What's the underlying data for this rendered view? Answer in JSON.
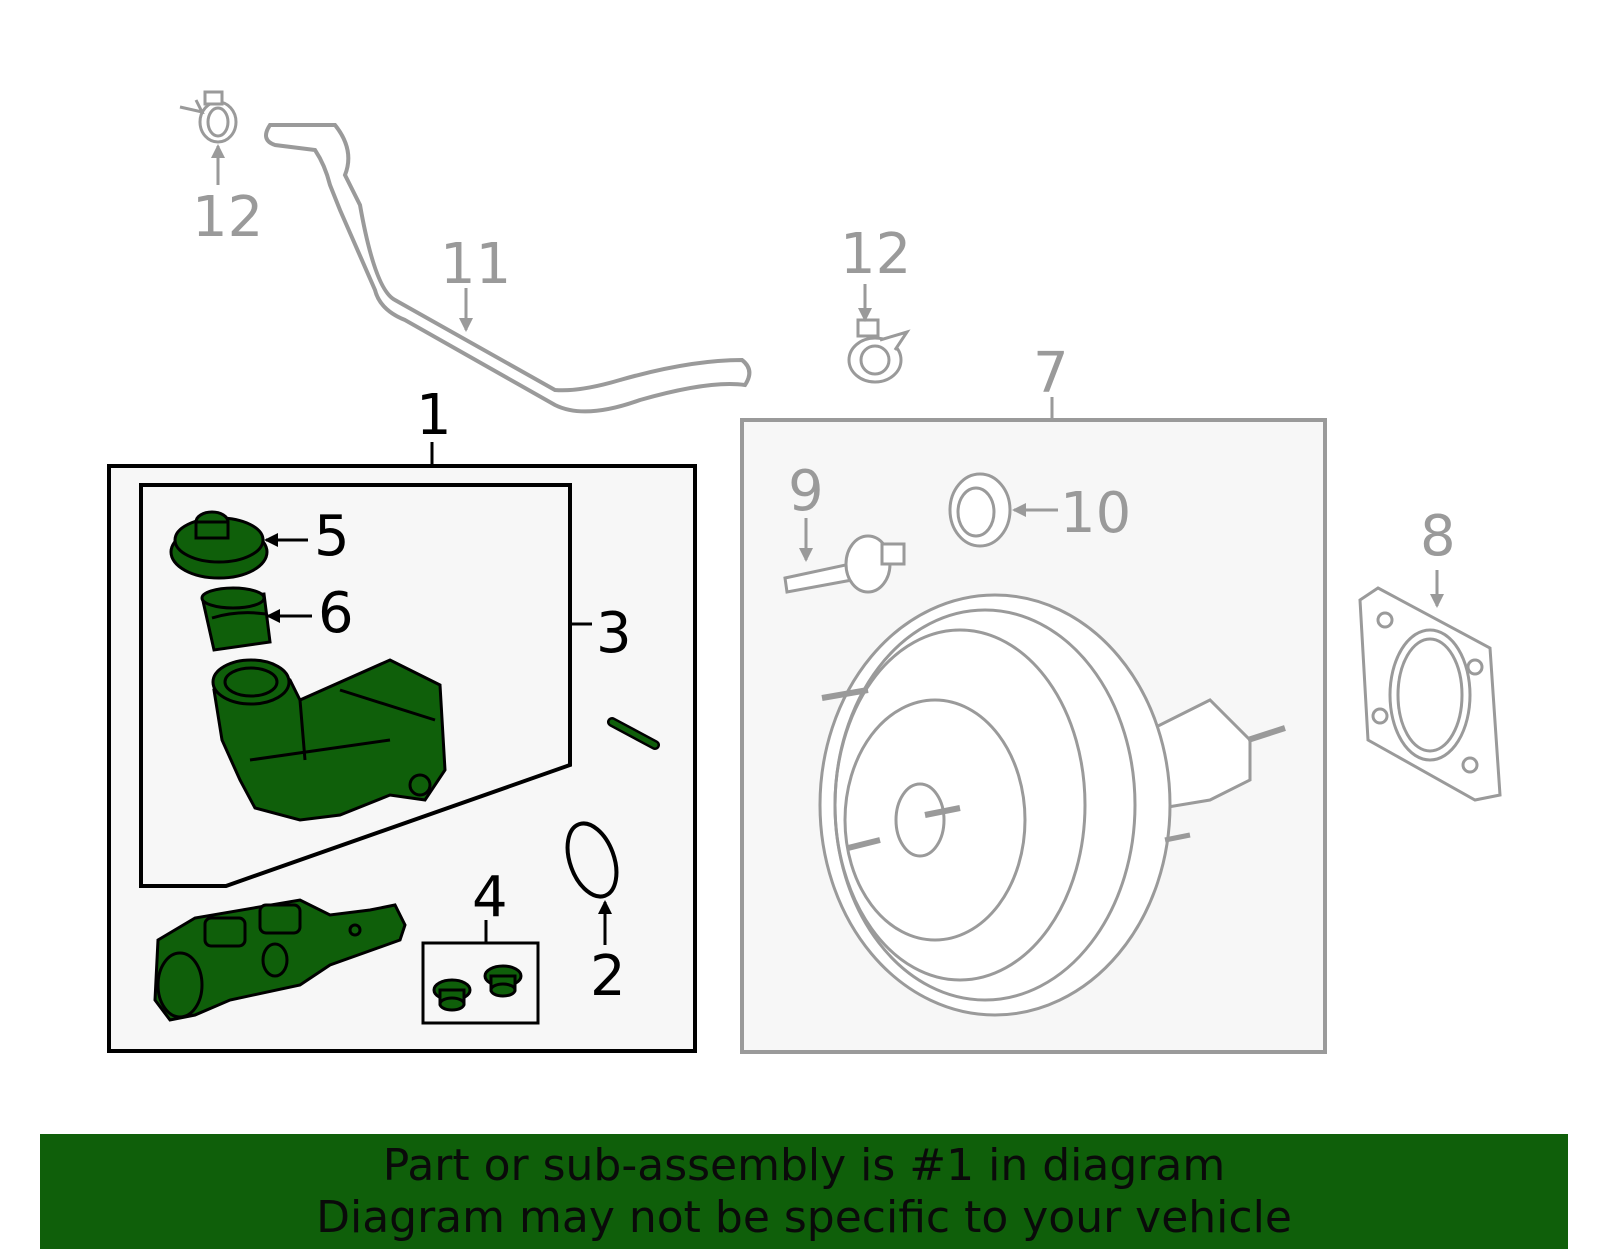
{
  "callouts": {
    "c1": "1",
    "c2": "2",
    "c3": "3",
    "c4": "4",
    "c5": "5",
    "c6": "6",
    "c7": "7",
    "c8": "8",
    "c9": "9",
    "c10": "10",
    "c11": "11",
    "c12a": "12",
    "c12b": "12"
  },
  "banner": {
    "line1": "Part or sub-assembly is #1 in diagram",
    "line2": "Diagram may not be specific to your vehicle"
  },
  "colors": {
    "highlight_part": "#0f5f0a",
    "banner_background": "#0f5f0a",
    "other_parts": "#9a9a9a",
    "panel_background": "#f7f7f7"
  }
}
